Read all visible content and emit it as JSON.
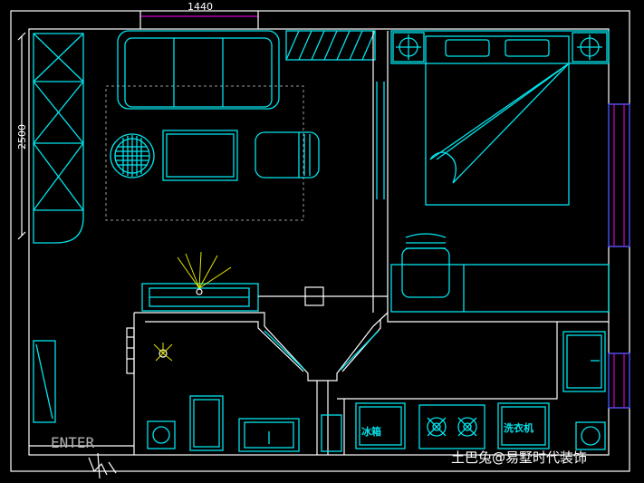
{
  "dimensions": {
    "top": "1440",
    "left": "2500"
  },
  "labels": {
    "fridge": "冰箱",
    "washer": "洗衣机",
    "entrance": "ENTER"
  },
  "watermark": "土巴兔@易墅时代装饰",
  "colors": {
    "background": "#000000",
    "wall": "#ffffff",
    "furniture": "#00e5ee",
    "dim_line": "#d000d0",
    "window": "#3a3aff"
  }
}
